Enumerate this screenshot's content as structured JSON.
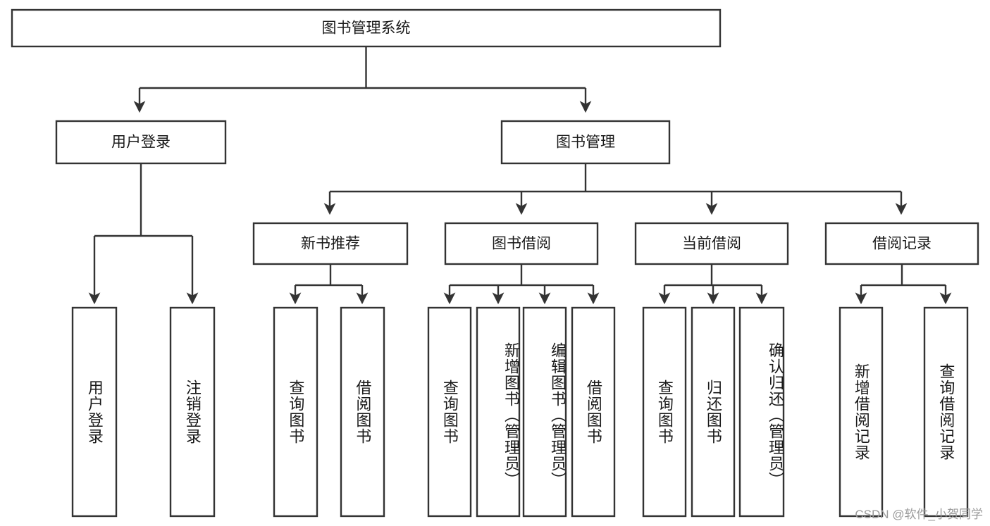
{
  "diagram": {
    "title": "图书管理系统",
    "watermark": "CSDN @软件_小贺同学",
    "type": "tree-hierarchy",
    "root": {
      "label": "图书管理系统"
    },
    "level2": [
      {
        "label": "用户登录"
      },
      {
        "label": "图书管理"
      }
    ],
    "level3": [
      {
        "label": "新书推荐"
      },
      {
        "label": "图书借阅"
      },
      {
        "label": "当前借阅"
      },
      {
        "label": "借阅记录"
      }
    ],
    "leaves": {
      "user_login": [
        {
          "label": "用户登录"
        },
        {
          "label": "注销登录"
        }
      ],
      "new_book_recommend": [
        {
          "label": "查询图书"
        },
        {
          "label": "借阅图书"
        }
      ],
      "book_borrow": [
        {
          "label": "查询图书"
        },
        {
          "label": "新增图书（管理员）"
        },
        {
          "label": "编辑图书（管理员）"
        },
        {
          "label": "借阅图书"
        }
      ],
      "current_borrow": [
        {
          "label": "查询图书"
        },
        {
          "label": "归还图书"
        },
        {
          "label": "确认归还（管理员）"
        }
      ],
      "borrow_record": [
        {
          "label": "新增借阅记录"
        },
        {
          "label": "查询借阅记录"
        }
      ]
    },
    "colors": {
      "stroke": "#333333",
      "fill": "#ffffff",
      "text": "#1a1a1a",
      "watermark": "#9a9a9a"
    }
  }
}
